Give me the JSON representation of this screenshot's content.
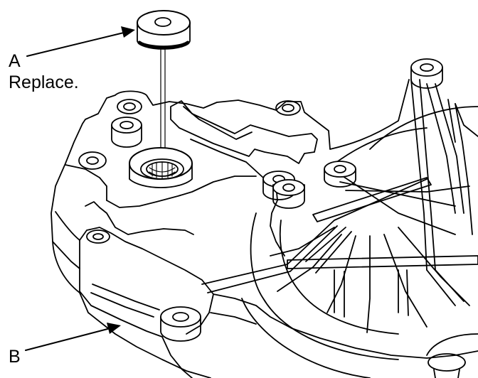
{
  "callouts": {
    "a": {
      "letter": "A",
      "note": "Replace."
    },
    "b": {
      "letter": "B"
    }
  },
  "colors": {
    "line": "#000000",
    "background": "#ffffff"
  }
}
